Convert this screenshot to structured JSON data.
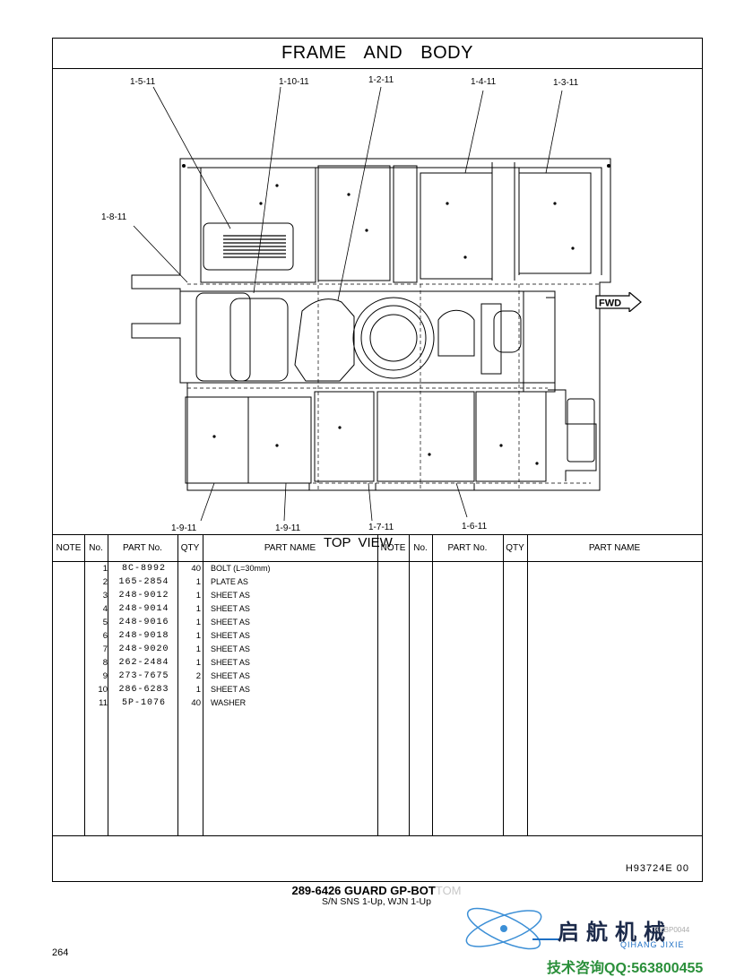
{
  "page": {
    "title": "FRAME   AND   BODY",
    "view_label": "TOP VIEW",
    "fwd_label": "FWD",
    "drawing_code": "H93724E   00",
    "assembly_title": "289-6426  GUARD GP-BOT",
    "assembly_title_faded": "TOM",
    "serial_info": "S/N SNS 1-Up, WJN 1-Up",
    "page_number": "264",
    "watermark_brand": "启航机械",
    "watermark_brand_sub": "QIHANG JIXIE",
    "watermark_code": "XEBP0044",
    "watermark_contact": "技术咨询QQ:563800455"
  },
  "callouts": {
    "c1": "1-5-11",
    "c2": "1-10-11",
    "c3": "1-2-11",
    "c4": "1-4-11",
    "c5": "1-3-11",
    "c6": "1-8-11",
    "c7": "1-9-11",
    "c8": "1-9-11",
    "c9": "1-7-11",
    "c10": "1-6-11"
  },
  "table": {
    "headers": {
      "note": "NOTE",
      "no": "No.",
      "part_no": "PART No.",
      "qty": "QTY",
      "part_name": "PART NAME",
      "note2": "NOTE",
      "no2": "No.",
      "part_no2": "PART No.",
      "qty2": "QTY",
      "part_name2": "PART NAME"
    },
    "rows": [
      {
        "no": "1",
        "part_no": "8C-8992",
        "qty": "40",
        "name": "BOLT (L=30mm)"
      },
      {
        "no": "2",
        "part_no": "165-2854",
        "qty": "1",
        "name": "PLATE AS"
      },
      {
        "no": "3",
        "part_no": "248-9012",
        "qty": "1",
        "name": "SHEET AS"
      },
      {
        "no": "4",
        "part_no": "248-9014",
        "qty": "1",
        "name": "SHEET AS"
      },
      {
        "no": "5",
        "part_no": "248-9016",
        "qty": "1",
        "name": "SHEET AS"
      },
      {
        "no": "6",
        "part_no": "248-9018",
        "qty": "1",
        "name": "SHEET AS"
      },
      {
        "no": "7",
        "part_no": "248-9020",
        "qty": "1",
        "name": "SHEET AS"
      },
      {
        "no": "8",
        "part_no": "262-2484",
        "qty": "1",
        "name": "SHEET AS"
      },
      {
        "no": "9",
        "part_no": "273-7675",
        "qty": "2",
        "name": "SHEET AS"
      },
      {
        "no": "10",
        "part_no": "286-6283",
        "qty": "1",
        "name": "SHEET AS"
      },
      {
        "no": "11",
        "part_no": "5P-1076",
        "qty": "40",
        "name": "WASHER"
      }
    ]
  }
}
